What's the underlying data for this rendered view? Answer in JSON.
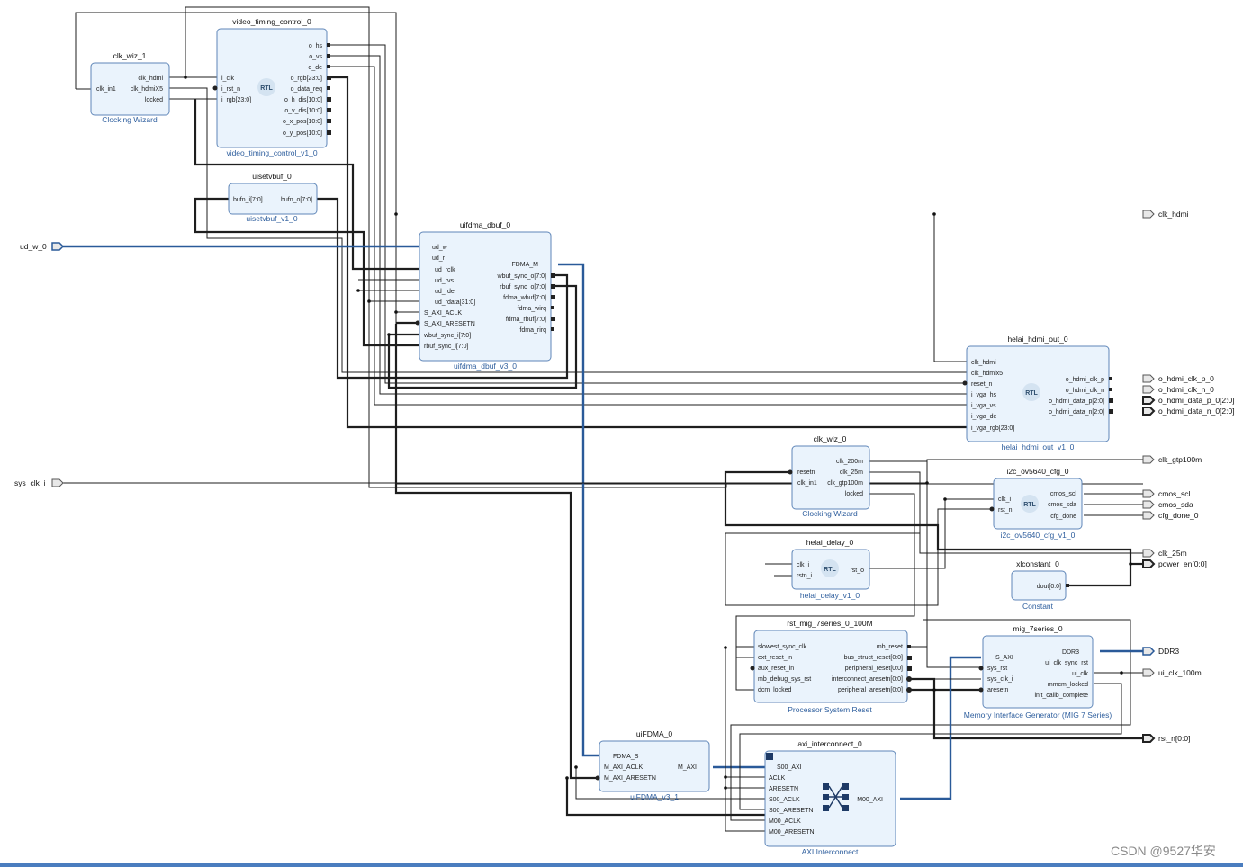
{
  "blocks": {
    "clk_wiz_1": {
      "title": "clk_wiz_1",
      "subtitle": "Clocking Wizard",
      "ports": [
        "clk_in1",
        "clk_hdmi",
        "clk_hdmiX5",
        "locked"
      ]
    },
    "vtc": {
      "title": "video_timing_control_0",
      "subtitle": "video_timing_control_v1_0",
      "ports": [
        "i_clk",
        "i_rst_n",
        "i_rgb[23:0]",
        "o_hs",
        "o_vs",
        "o_de",
        "o_rgb[23:0]",
        "o_data_req",
        "o_h_dis[10:0]",
        "o_v_dis[10:0]",
        "o_x_pos[10:0]",
        "o_y_pos[10:0]"
      ]
    },
    "uisetvbuf": {
      "title": "uisetvbuf_0",
      "subtitle": "uisetvbuf_v1_0",
      "ports": [
        "bufn_i[7:0]",
        "bufn_o[7:0]"
      ]
    },
    "uifdma_dbuf": {
      "title": "uifdma_dbuf_0",
      "subtitle": "uifdma_dbuf_v3_0",
      "ports": [
        "ud_w",
        "ud_r",
        "ud_rclk",
        "ud_rvs",
        "ud_rde",
        "ud_rdata[31:0]",
        "S_AXI_ACLK",
        "S_AXI_ARESETN",
        "wbuf_sync_i[7:0]",
        "rbuf_sync_i[7:0]",
        "FDMA_M",
        "wbuf_sync_o[7:0]",
        "rbuf_sync_o[7:0]",
        "fdma_wbuf[7:0]",
        "fdma_wirq",
        "fdma_rbuf[7:0]",
        "fdma_rirq"
      ]
    },
    "hdmi_out": {
      "title": "helai_hdmi_out_0",
      "subtitle": "helai_hdmi_out_v1_0",
      "ports": [
        "clk_hdmi",
        "clk_hdmix5",
        "reset_n",
        "i_vga_hs",
        "i_vga_vs",
        "i_vga_de",
        "i_vga_rgb[23:0]",
        "o_hdmi_clk_p",
        "o_hdmi_clk_n",
        "o_hdmi_data_p[2:0]",
        "o_hdmi_data_n[2:0]"
      ]
    },
    "clk_wiz_0": {
      "title": "clk_wiz_0",
      "subtitle": "Clocking Wizard",
      "ports": [
        "resetn",
        "clk_in1",
        "clk_200m",
        "clk_25m",
        "clk_gtp100m",
        "locked"
      ]
    },
    "i2c": {
      "title": "i2c_ov5640_cfg_0",
      "subtitle": "i2c_ov5640_cfg_v1_0",
      "ports": [
        "clk_i",
        "rst_n",
        "cmos_scl",
        "cmos_sda",
        "cfg_done"
      ]
    },
    "delay": {
      "title": "helai_delay_0",
      "subtitle": "helai_delay_v1_0",
      "ports": [
        "clk_i",
        "rstn_i",
        "rst_o"
      ]
    },
    "xlconst": {
      "title": "xlconstant_0",
      "subtitle": "Constant",
      "ports": [
        "dout[0:0]"
      ]
    },
    "rst_mig": {
      "title": "rst_mig_7series_0_100M",
      "subtitle": "Processor System Reset",
      "ports": [
        "slowest_sync_clk",
        "ext_reset_in",
        "aux_reset_in",
        "mb_debug_sys_rst",
        "dcm_locked",
        "mb_reset",
        "bus_struct_reset[0:0]",
        "peripheral_reset[0:0]",
        "interconnect_aresetn[0:0]",
        "peripheral_aresetn[0:0]"
      ]
    },
    "mig": {
      "title": "mig_7series_0",
      "subtitle": "Memory Interface Generator (MIG 7 Series)",
      "ports": [
        "S_AXI",
        "sys_rst",
        "sys_clk_i",
        "aresetn",
        "DDR3",
        "ui_clk_sync_rst",
        "ui_clk",
        "mmcm_locked",
        "init_calib_complete"
      ]
    },
    "uifdma": {
      "title": "uiFDMA_0",
      "subtitle": "uiFDMA_v3_1",
      "ports": [
        "FDMA_S",
        "M_AXI_ACLK",
        "M_AXI_ARESETN",
        "M_AXI"
      ]
    },
    "axi_ic": {
      "title": "axi_interconnect_0",
      "subtitle": "AXI Interconnect",
      "ports": [
        "S00_AXI",
        "ACLK",
        "ARESETN",
        "S00_ACLK",
        "S00_ARESETN",
        "M00_ACLK",
        "M00_ARESETN",
        "M00_AXI"
      ]
    }
  },
  "rtl_badge": "RTL",
  "external_ports": [
    "ud_w_0",
    "sys_clk_i",
    "clk_hdmi",
    "o_hdmi_clk_p_0",
    "o_hdmi_clk_n_0",
    "o_hdmi_data_p_0[2:0]",
    "o_hdmi_data_n_0[2:0]",
    "clk_gtp100m",
    "cmos_scl",
    "cmos_sda",
    "cfg_done_0",
    "clk_25m",
    "power_en[0:0]",
    "DDR3",
    "ui_clk_100m",
    "rst_n[0:0]"
  ],
  "watermark": "CSDN @9527华安",
  "colors": {
    "block_fill": "#eaf3fc",
    "block_border": "#5f86b8",
    "bus": "#2a5a99",
    "wire": "#1e1e1e",
    "subtitle": "#2f5f9e"
  }
}
